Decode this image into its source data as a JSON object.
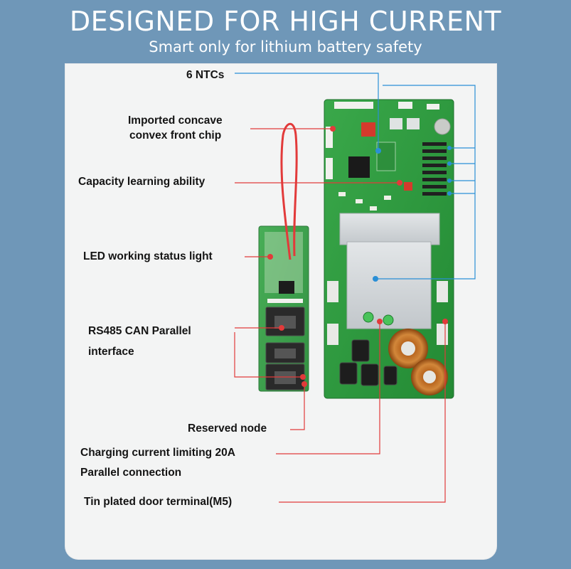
{
  "header": {
    "title": "DESIGNED FOR HIGH CURRENT",
    "subtitle": "Smart only for lithium battery safety"
  },
  "labels": {
    "ntc": "6 NTCs",
    "chip_line1": "Imported concave",
    "chip_line2": "convex front chip",
    "capacity": "Capacity learning ability",
    "led": "LED working status light",
    "rs485_line1": "RS485 CAN Parallel",
    "rs485_line2": "interface",
    "reserved": "Reserved node",
    "charging_line1": "Charging current limiting 20A",
    "charging_line2": "Parallel connection",
    "terminal": "Tin plated door terminal(M5)"
  },
  "colors": {
    "background": "#6f97b8",
    "panel": "#f3f4f4",
    "pcb_green": "#2f9a3e",
    "callout_red": "#e23a3a",
    "callout_blue": "#2a8fd6"
  }
}
